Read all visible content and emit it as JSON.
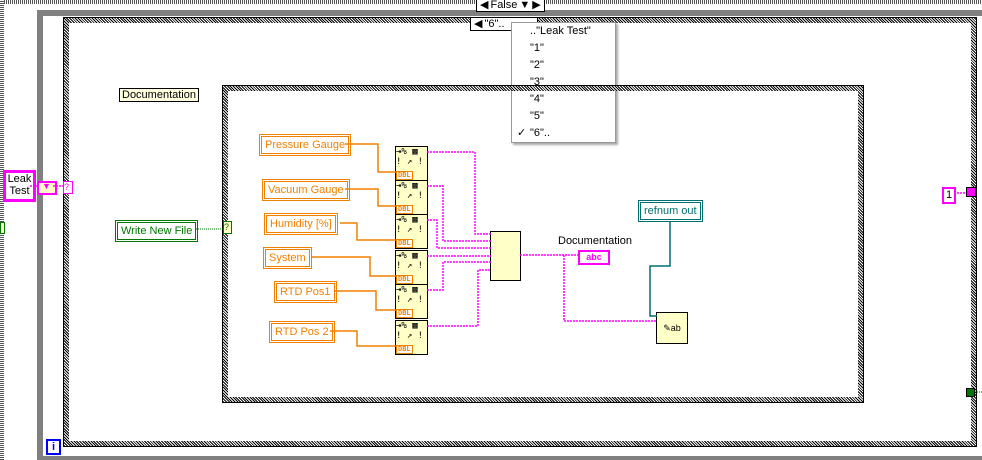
{
  "outer_case": {
    "selector_value": "False"
  },
  "inner_case": {
    "selector_value": "\"6\"..",
    "dropdown_items": [
      {
        "label": "..\"Leak Test\"",
        "checked": false
      },
      {
        "label": "\"1\"",
        "checked": false
      },
      {
        "label": "\"2\"",
        "checked": false
      },
      {
        "label": "\"3\"",
        "checked": false
      },
      {
        "label": "\"4\"",
        "checked": false
      },
      {
        "label": "\"5\"",
        "checked": false
      },
      {
        "label": "\"6\"..",
        "checked": true
      }
    ],
    "check_mark": "✓"
  },
  "left_terminal": {
    "line1": "Leak",
    "line2": "Test",
    "tunnel_label": "?"
  },
  "documentation_label": "Documentation",
  "write_new_file": {
    "label": "Write New File",
    "tunnel_label": "?"
  },
  "controls": [
    {
      "label": "Pressure Gauge"
    },
    {
      "label": "Vacuum Gauge"
    },
    {
      "label": "Humidity [%]"
    },
    {
      "label": "System"
    },
    {
      "label": "RTD Pos1"
    },
    {
      "label": "RTD Pos 2"
    }
  ],
  "format_node": {
    "top": "⇥% ▩",
    "mid": "!  ↗  !",
    "type": "DBL"
  },
  "bundle_output_label": "Documentation",
  "indicator_text": "abc",
  "refnum_out": "refnum out",
  "right_constant": "1",
  "loop_iteration": "i",
  "colors": {
    "string_wire": "#ff00ff",
    "numeric_wire": "#f08000",
    "bool_wire": "#007700",
    "refnum_wire": "#006e6e",
    "loop_border": "#808080",
    "iteration_blue": "#0000ff"
  }
}
